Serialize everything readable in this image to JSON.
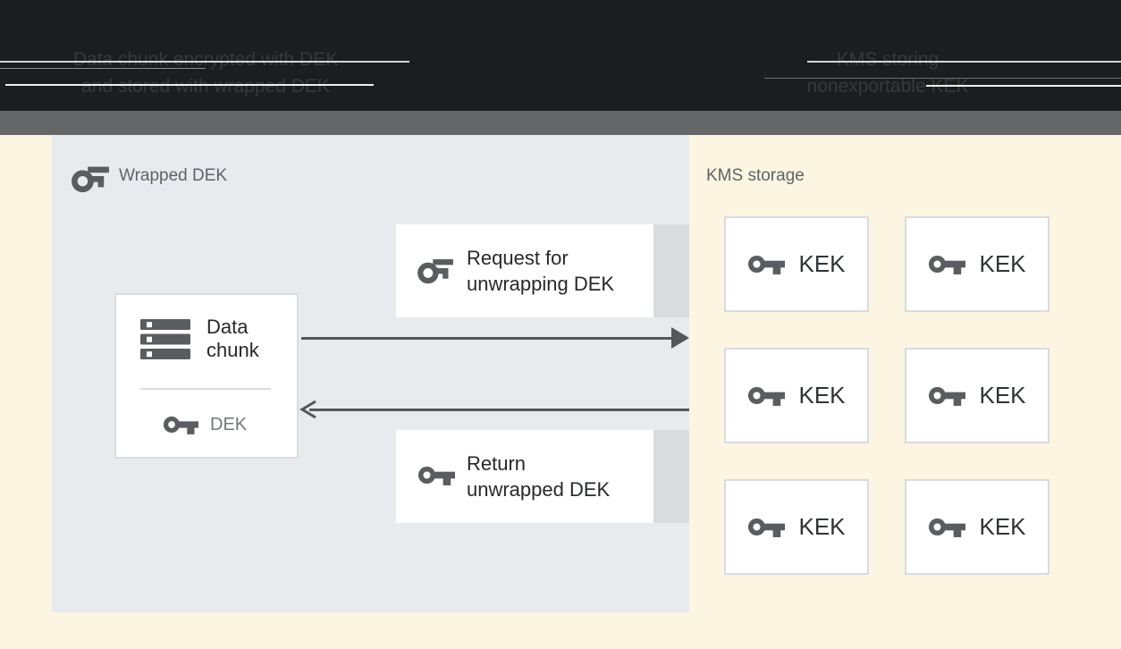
{
  "header": {
    "caption_left": [
      "Data chunk encrypted with DEK",
      "and stored with wrapped DEK"
    ],
    "caption_right": [
      "KMS storing",
      "nonexportable KEK"
    ]
  },
  "wrapped_dek_panel": {
    "title": "Wrapped DEK",
    "data_chunk_box": {
      "label_line1": "Data",
      "label_line2": "chunk",
      "key_label": "DEK"
    },
    "request_box": {
      "line1": "Request for",
      "line2": "unwrapping DEK"
    },
    "return_box": {
      "line1": "Return",
      "line2": "unwrapped DEK"
    }
  },
  "kms_panel": {
    "title": "KMS storage",
    "kek_boxes": [
      {
        "label": "KEK"
      },
      {
        "label": "KEK"
      },
      {
        "label": "KEK"
      },
      {
        "label": "KEK"
      },
      {
        "label": "KEK"
      },
      {
        "label": "KEK"
      }
    ]
  },
  "icons": {
    "wrapped_dek_title": "key-outline-icon",
    "request_box": "key-outline-icon",
    "return_box": "key-solid-icon",
    "dek": "key-solid-icon",
    "kek": "key-solid-icon",
    "data_chunk": "storage-icon"
  },
  "colors": {
    "header-bg": "#1c1d1e",
    "header-text": "#38393c",
    "band-gray": "#646668",
    "cream-bg": "#fcf5e2",
    "panel-bg": "#e8ebee",
    "box-border": "#d9dbde",
    "strip-gray": "#d9dcdf",
    "icon-gray": "#5a5d60",
    "text-dark": "#26282b",
    "text-gray": "#5f6368",
    "dek-gray": "#747779",
    "arrow-gray": "#54575a"
  }
}
